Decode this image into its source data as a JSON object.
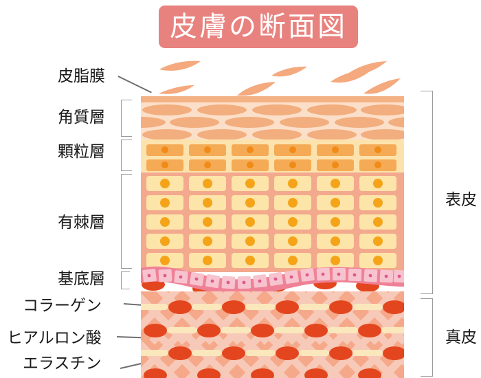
{
  "title": {
    "text": "皮膚の断面図",
    "banner_color": "#e8827e",
    "text_color": "#ffffff"
  },
  "labels_left": [
    {
      "key": "sebum",
      "text": "皮脂膜",
      "marker": "leader-line"
    },
    {
      "key": "corneum",
      "text": "角質層",
      "marker": "bracket"
    },
    {
      "key": "granular",
      "text": "顆粒層",
      "marker": "bracket"
    },
    {
      "key": "spinous",
      "text": "有棘層",
      "marker": "bracket"
    },
    {
      "key": "basal",
      "text": "基底層",
      "marker": "bracket"
    },
    {
      "key": "collagen",
      "text": "コラーゲン",
      "marker": "leader-line"
    },
    {
      "key": "hyaluronic",
      "text": "ヒアルロン酸",
      "marker": "leader-line"
    },
    {
      "key": "elastin",
      "text": "エラスチン",
      "marker": "leader-line"
    }
  ],
  "labels_right": [
    {
      "key": "epidermis",
      "text": "表皮",
      "marker": "bracket"
    },
    {
      "key": "dermis",
      "text": "真皮",
      "marker": "bracket"
    }
  ],
  "layers": {
    "sebum": {
      "color": "#f4b183"
    },
    "corneum": {
      "bg": "#fbdfc9",
      "cell": "#f2ae7e",
      "rows": 3
    },
    "granular": {
      "bg": "#fce3ae",
      "cell": "#f5ab55",
      "nucleus": "#ef8b16",
      "rows": 2,
      "cols": 6
    },
    "spinous": {
      "bg": "#f3a98d",
      "cell": "#fde4a9",
      "nucleus": "#f5a41a",
      "rows": 5,
      "cols": 6
    },
    "basal": {
      "cell": "#f7c3cf",
      "border": "#ef8196",
      "nucleus": "#e0578c",
      "count": 16
    },
    "dermis": {
      "bg": "#f5a98a",
      "lattice": "#f7c9b8",
      "fiber": "#fae7bc",
      "cell": "#e3461e",
      "fiber_rows": 4
    }
  },
  "flake_count": 7
}
